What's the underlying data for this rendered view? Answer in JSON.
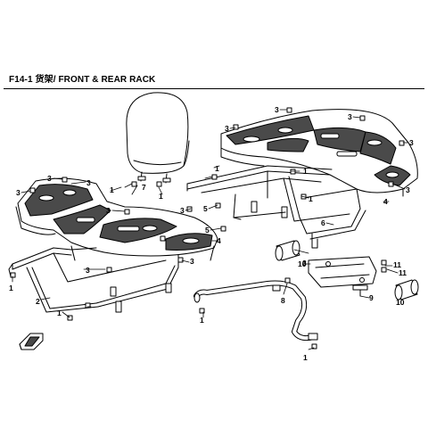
{
  "header": {
    "title": "F14-1 货架/ FRONT & REAR RACK"
  },
  "callouts": {
    "c1": "1",
    "c2": "2",
    "c3": "3",
    "c4": "4",
    "c5": "5",
    "c6": "6",
    "c7": "7",
    "c8": "8",
    "c9": "9",
    "c10": "10",
    "c11": "11"
  },
  "colors": {
    "line": "#000000",
    "rack_fill": "#ffffff",
    "rack_shade": "#4a4a4a",
    "background": "#ffffff"
  },
  "icons": {
    "direction": "front-arrow-icon"
  }
}
